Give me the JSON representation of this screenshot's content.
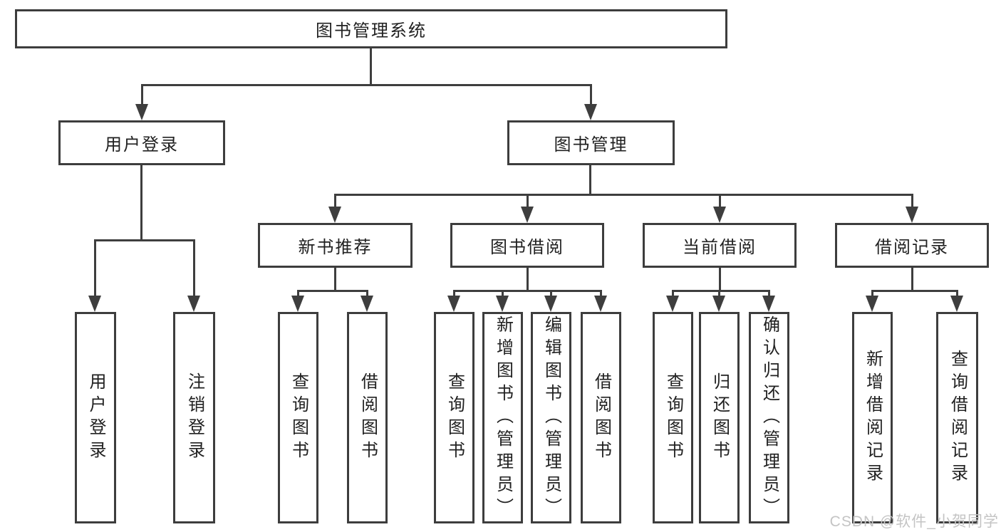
{
  "nodes": {
    "root": "图书管理系统",
    "user_login": "用户登录",
    "book_mgmt": "图书管理",
    "new_book_rec": "新书推荐",
    "book_borrow": "图书借阅",
    "current_borrow": "当前借阅",
    "borrow_records": "借阅记录",
    "leaf_user_login": "用户登录",
    "leaf_logout": "注销登录",
    "leaf_nb_query_book": "查询图书",
    "leaf_nb_borrow_book": "借阅图书",
    "leaf_bb_query_book": "查询图书",
    "leaf_bb_add_book": "新增图书（管理员）",
    "leaf_bb_edit_book": "编辑图书（管理员）",
    "leaf_bb_borrow_book": "借阅图书",
    "leaf_cb_query_book": "查询图书",
    "leaf_cb_return_book": "归还图书",
    "leaf_cb_confirm_return": "确认归还（管理员）",
    "leaf_br_add_record": "新增借阅记录",
    "leaf_br_query_record": "查询借阅记录"
  },
  "watermark": "CSDN @软件_小贺同学",
  "colors": {
    "line": "#3e3e3e",
    "border": "#3d3d3d",
    "text": "#212121",
    "watermark": "#c4c4c4"
  }
}
